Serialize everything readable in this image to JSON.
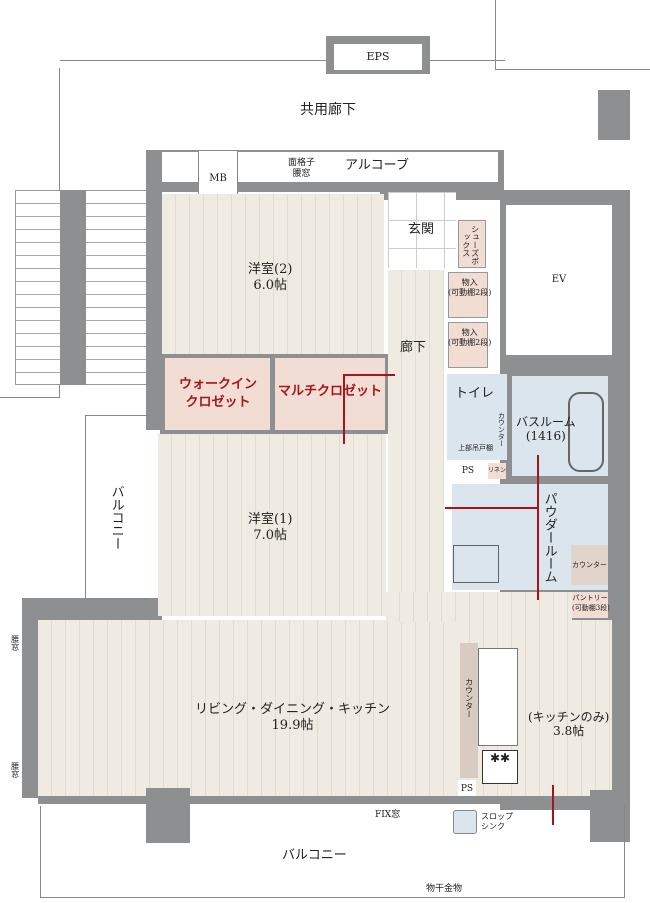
{
  "labels": {
    "eps": "EPS",
    "common_corridor": "共用廊下",
    "mb": "MB",
    "alcove": "アルコーブ",
    "lattice_window": "面格子",
    "window": "腰窓",
    "entrance": "玄関",
    "shoe_box": "シューズボックス",
    "storage": "物入",
    "storage_shelf": "(可動棚2段)",
    "ev": "EV",
    "hallway": "廊下",
    "western_room_2": "洋室(2)",
    "western_room_2_size": "6.0帖",
    "walk_in_closet": "ウォークインクロゼット",
    "multi_closet": "マルチクロゼット",
    "toilet": "トイレ",
    "toilet_counter": "カウンター",
    "toilet_cabinet": "上部吊戸棚",
    "bathroom": "バスルーム",
    "bathroom_size": "(1416)",
    "ps": "PS",
    "linen": "リネン",
    "powder_room": "パウダールーム",
    "powder_counter": "カウンター",
    "pantry": "パントリー",
    "pantry_shelf": "(可動棚3段)",
    "balcony_side": "バルコニー",
    "western_room_1": "洋室(1)",
    "western_room_1_size": "7.0帖",
    "ldk": "リビング・ダイニング・キッチン",
    "ldk_size": "19.9帖",
    "kitchen_counter": "カウンター",
    "kitchen_only": "(キッチンのみ)",
    "kitchen_size": "3.8帖",
    "fix_window": "FIX窓",
    "slop_sink": "スロップシンク",
    "balcony": "バルコニー",
    "drying_hardware": "物干金物"
  }
}
